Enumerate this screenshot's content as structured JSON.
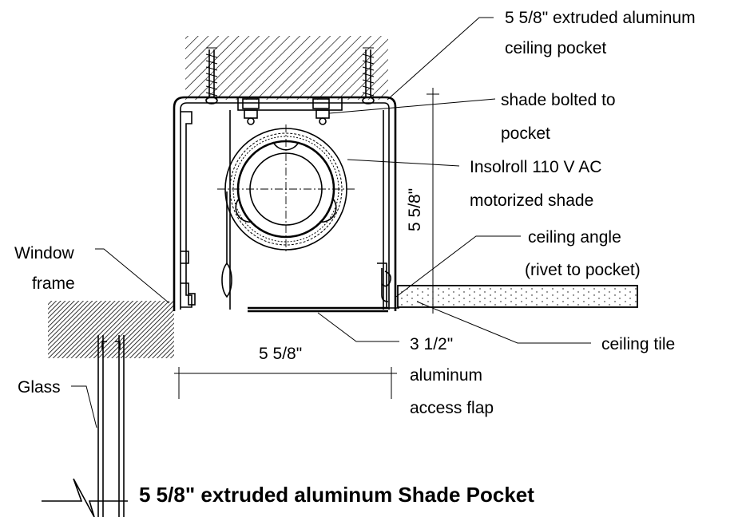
{
  "labels": {
    "pocket": [
      "5 5/8\" extruded aluminum",
      "ceiling pocket"
    ],
    "bolted": [
      "shade bolted to",
      "pocket"
    ],
    "shade": [
      "Insolroll 110 V AC",
      "motorized shade"
    ],
    "dim_vertical": "5 5/8\"",
    "angle": [
      "ceiling angle",
      "(rivet to pocket)"
    ],
    "window": [
      "Window",
      "frame"
    ],
    "tile": "ceiling tile",
    "dim_horizontal": "5 5/8\"",
    "flap": [
      "3 1/2\"",
      "aluminum",
      "access flap"
    ],
    "glass": "Glass"
  },
  "title": "5 5/8\" extruded aluminum Shade Pocket"
}
